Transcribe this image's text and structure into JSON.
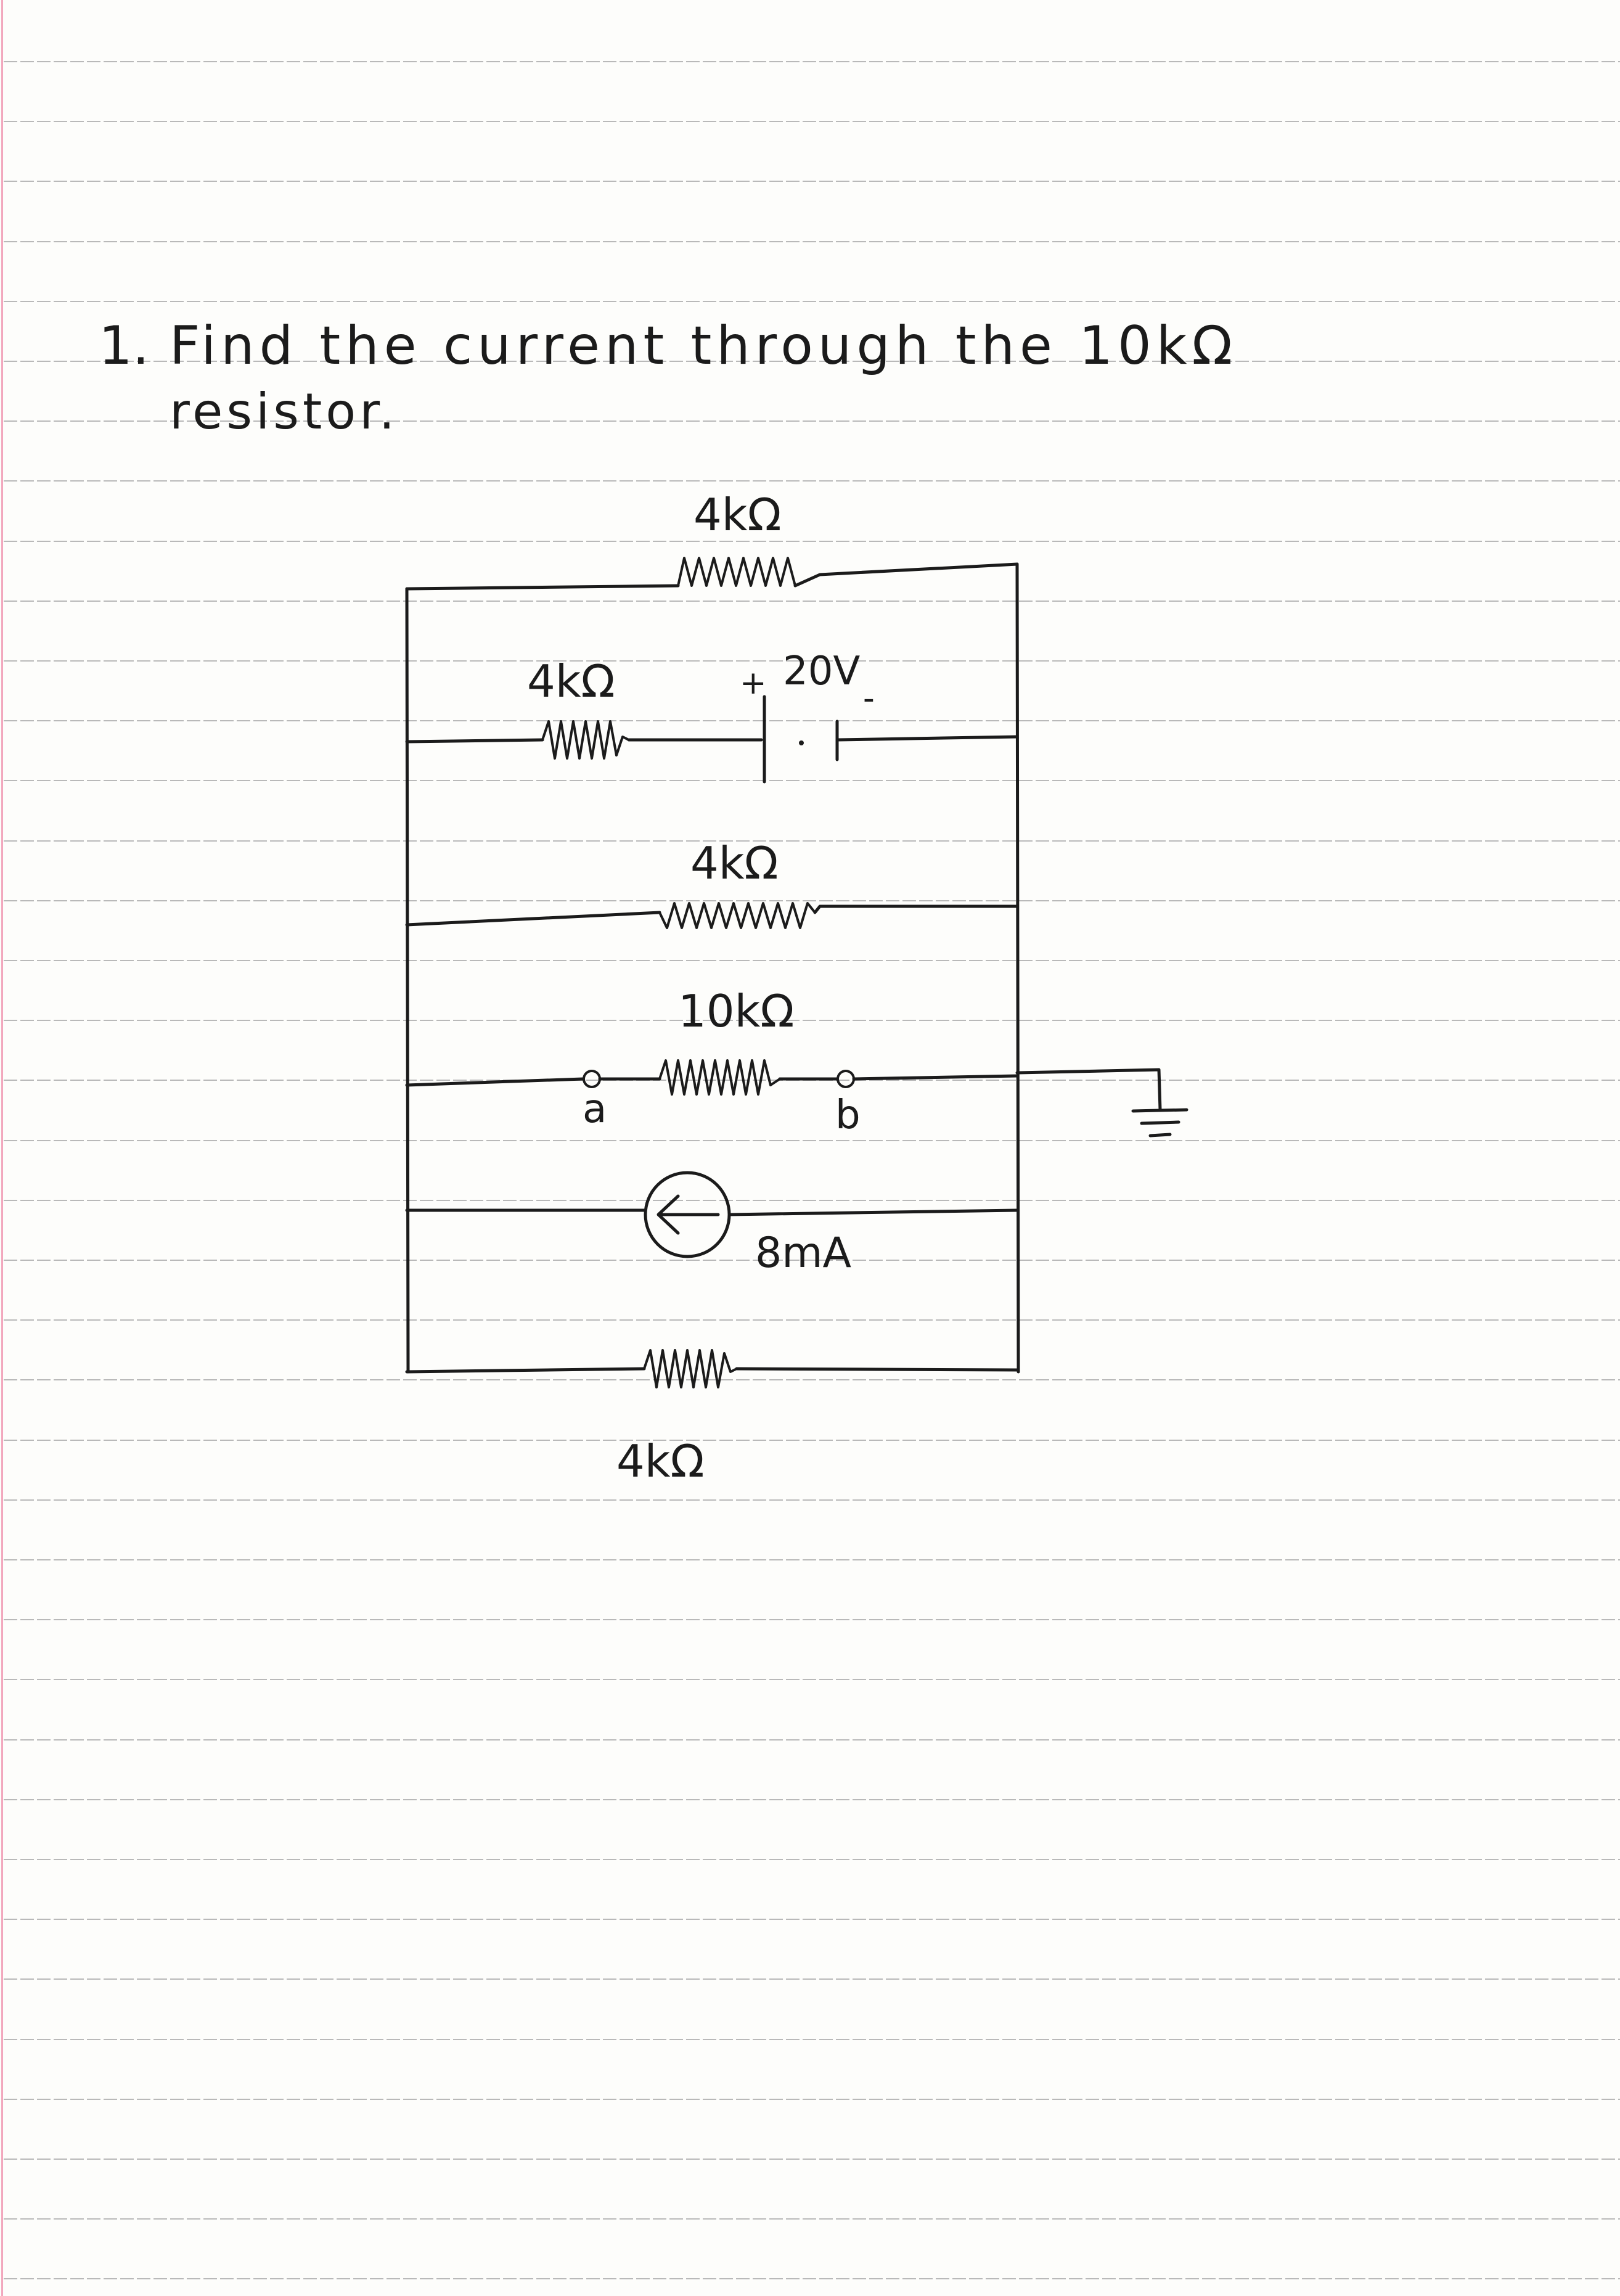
{
  "problem": {
    "number": "1.",
    "line1": "Find the current through the 10kΩ",
    "line2": "resistor."
  },
  "circuit": {
    "top_resistor": "4kΩ",
    "branch2_resistor": "4kΩ",
    "source_voltage": "20V",
    "source_plus": "+",
    "source_minus": "-",
    "branch3_resistor": "4kΩ",
    "target_resistor": "10kΩ",
    "node_a": "a",
    "node_b": "b",
    "current_source": "8mA",
    "bottom_resistor": "4kΩ"
  },
  "colors": {
    "ink": "#1b1b1b",
    "rule": "#b9b9b9",
    "margin": "#f2a7bd"
  }
}
